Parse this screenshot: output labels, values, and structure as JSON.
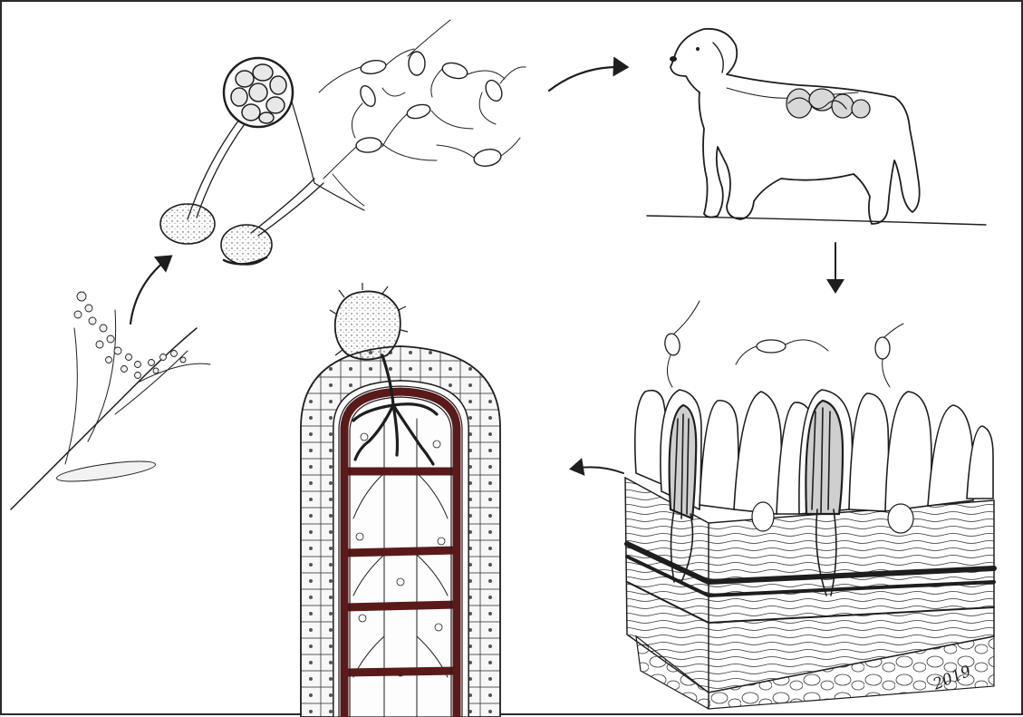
{
  "diagram": {
    "stages": [
      {
        "id": "plant",
        "icon": "plant-sprig-icon"
      },
      {
        "id": "sporangium",
        "icon": "sporangium-icon"
      },
      {
        "id": "zoospores",
        "icon": "zoospores-icon"
      },
      {
        "id": "host",
        "icon": "dog-icon"
      },
      {
        "id": "intestine",
        "icon": "intestine-tissue-icon"
      },
      {
        "id": "villus",
        "icon": "villus-invasion-icon"
      }
    ],
    "arrows": [
      {
        "from": "plant",
        "to": "sporangium"
      },
      {
        "from": "zoospores",
        "to": "host"
      },
      {
        "from": "host",
        "to": "intestine"
      },
      {
        "from": "intestine",
        "to": "villus"
      }
    ],
    "colors": {
      "ink": "#1e1e1e",
      "blood_vessel": "#5a1a1a",
      "paper": "#ffffff"
    }
  },
  "signature": {
    "text": "2019"
  }
}
